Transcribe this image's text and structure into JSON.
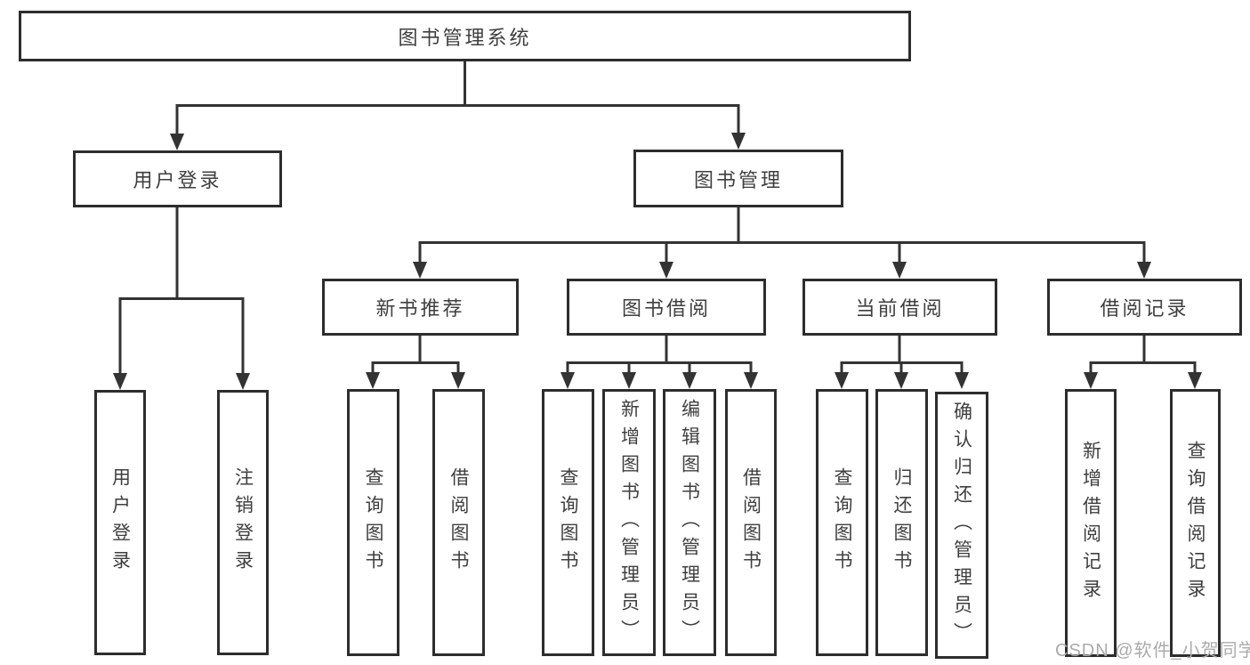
{
  "diagram": {
    "title": "图书管理系统",
    "branches": [
      {
        "label": "用户登录",
        "children": [
          {
            "label": "用户登录"
          },
          {
            "label": "注销登录"
          }
        ]
      },
      {
        "label": "图书管理",
        "sections": [
          {
            "label": "新书推荐",
            "children": [
              {
                "label": "查询图书"
              },
              {
                "label": "借阅图书"
              }
            ]
          },
          {
            "label": "图书借阅",
            "children": [
              {
                "label": "查询图书"
              },
              {
                "label": "新增图书（管理员）"
              },
              {
                "label": "编辑图书（管理员）"
              },
              {
                "label": "借阅图书"
              }
            ]
          },
          {
            "label": "当前借阅",
            "children": [
              {
                "label": "查询图书"
              },
              {
                "label": "归还图书"
              },
              {
                "label": "确认归还（管理员）"
              }
            ]
          },
          {
            "label": "借阅记录",
            "children": [
              {
                "label": "新增借阅记录"
              },
              {
                "label": "查询借阅记录"
              }
            ]
          }
        ]
      }
    ],
    "line_color": "#333333",
    "border_color": "#2d2d2d",
    "text_color": "#3f3f3f"
  },
  "watermark": {
    "text": "CSDN @软件_小贺同学",
    "color": "#ababab"
  }
}
